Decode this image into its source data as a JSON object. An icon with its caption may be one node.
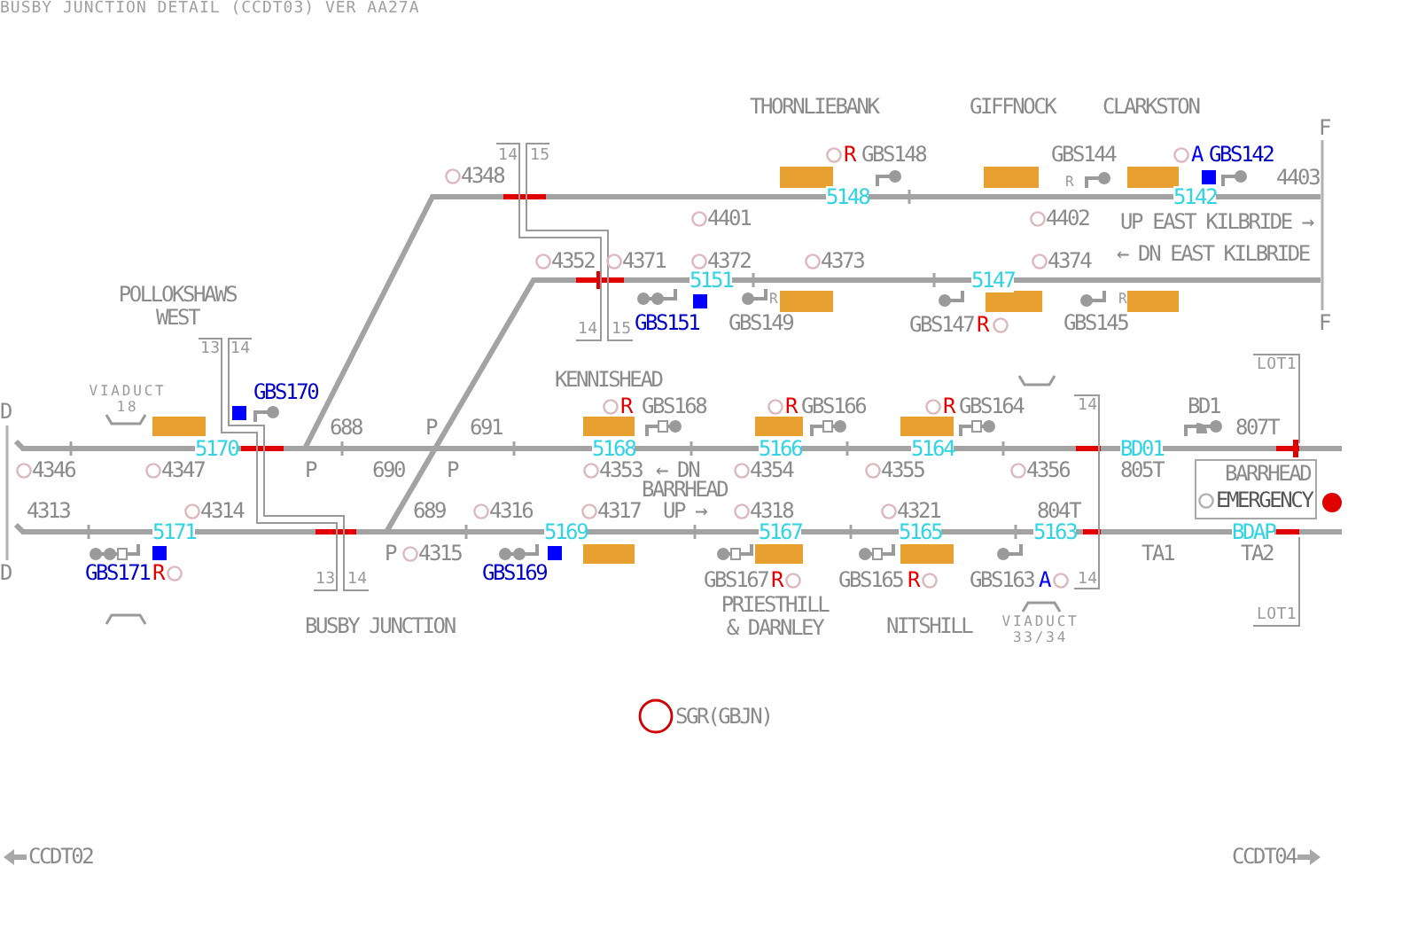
{
  "diagram": {
    "title": "BUSBY JUNCTION DETAIL (CCDT03) VER AA27A",
    "nodes": [
      {
        "text": [
          "BARRHEAD",
          "EMERGENCY"
        ]
      }
    ],
    "labels": [
      "THORNLIEBANK",
      "GIFFNOCK",
      "CLARKSTON",
      "F",
      "14",
      "15",
      "R",
      "GBS148",
      "GBS144",
      "A",
      "GBS142",
      "4348",
      "R",
      "4403",
      "5148",
      "5142",
      "4401",
      "4402",
      "UP EAST KILBRIDE →",
      "4352",
      "4371",
      "4372",
      "4373",
      "4374",
      "← DN EAST KILBRIDE",
      "5151",
      "5147",
      "POLLOKSHAWS WEST",
      "R",
      "R",
      "14",
      "15",
      "GBS151",
      "GBS149",
      "GBS147",
      "R",
      "GBS145",
      "F",
      "13",
      "14",
      "LOT1",
      "KENNISHEAD",
      "D",
      "VIADUCT 18",
      "GBS170",
      "R",
      "GBS168",
      "R",
      "GBS166",
      "R",
      "GBS164",
      "14",
      "BD1",
      "688",
      "P",
      "691",
      "807T",
      "5170",
      "5168",
      "5166",
      "5164",
      "BD01",
      "4346",
      "4347",
      "P",
      "690",
      "P",
      "4353",
      "← DN",
      "4354",
      "4355",
      "4356",
      "805T",
      "BARRHEAD",
      "4313",
      "4314",
      "689",
      "4316",
      "4317",
      "UP →",
      "4318",
      "4321",
      "804T",
      "5171",
      "5169",
      "5167",
      "5165",
      "5163",
      "BDAP",
      "P",
      "4315",
      "TA1",
      "TA2",
      "D",
      "GBS171",
      "R",
      "13",
      "14",
      "GBS169",
      "GBS167",
      "R",
      "GBS165",
      "R",
      "GBS163",
      "A",
      "14",
      "BUSBY JUNCTION",
      "PRIESTHILL & DARNLEY",
      "NITSHILL",
      "VIADUCT 33/34",
      "LOT1",
      "SGR(GBJN)",
      "CCDT02",
      "CCDT04"
    ]
  }
}
